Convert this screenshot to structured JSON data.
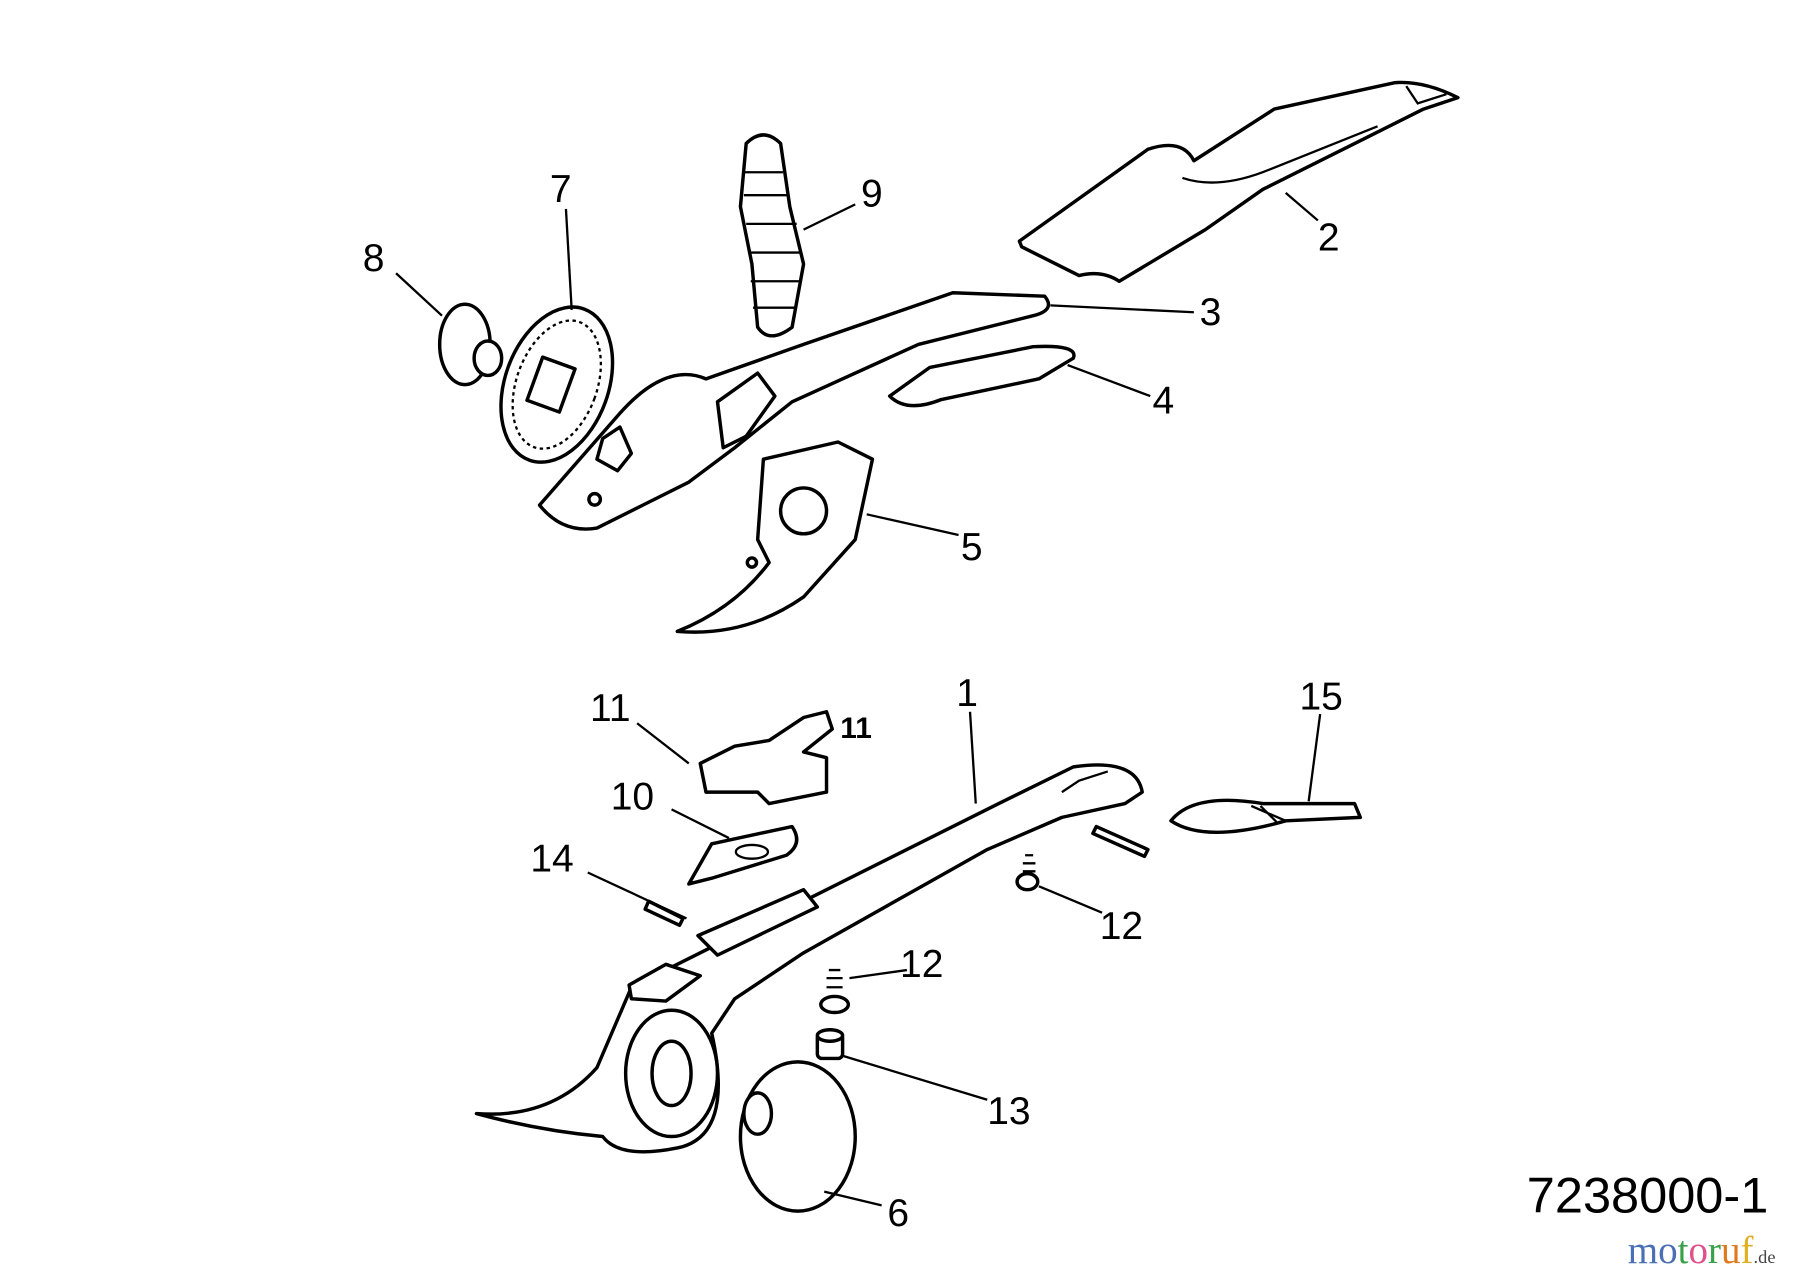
{
  "diagram": {
    "part_number": "7238000-1",
    "logo": {
      "text": "motoruf",
      "suffix": ".de",
      "colors": [
        "#4a6fb5",
        "#4a6fb5",
        "#3aa04a",
        "#e0508a",
        "#3aa04a",
        "#e07a20",
        "#e0b020"
      ]
    },
    "callouts": [
      {
        "id": "c1",
        "label": "1"
      },
      {
        "id": "c2",
        "label": "2"
      },
      {
        "id": "c3",
        "label": "3"
      },
      {
        "id": "c4",
        "label": "4"
      },
      {
        "id": "c5",
        "label": "5"
      },
      {
        "id": "c6",
        "label": "6"
      },
      {
        "id": "c7",
        "label": "7"
      },
      {
        "id": "c8",
        "label": "8"
      },
      {
        "id": "c9",
        "label": "9"
      },
      {
        "id": "c10",
        "label": "10"
      },
      {
        "id": "c11",
        "label": "11"
      },
      {
        "id": "c11b",
        "label": "11"
      },
      {
        "id": "c12a",
        "label": "12"
      },
      {
        "id": "c12b",
        "label": "12"
      },
      {
        "id": "c13",
        "label": "13"
      },
      {
        "id": "c14",
        "label": "14"
      },
      {
        "id": "c15",
        "label": "15"
      }
    ]
  }
}
